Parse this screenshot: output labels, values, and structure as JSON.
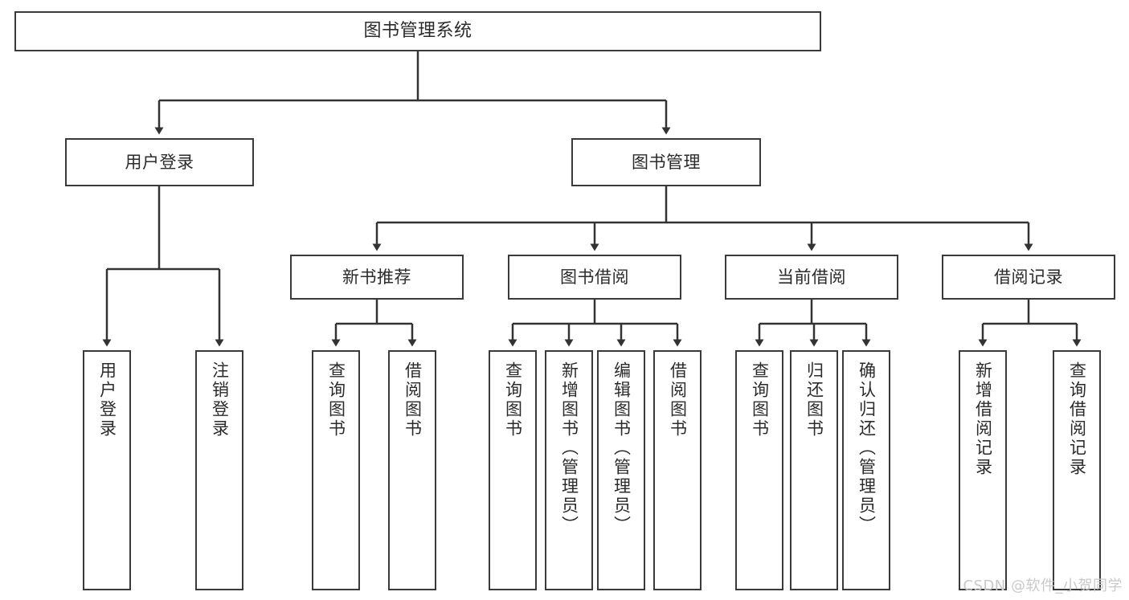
{
  "diagram": {
    "title": "图书管理系统",
    "type": "tree-hierarchy",
    "watermark": "CSDN @软件_小贺同学",
    "colors": {
      "box_border": "#3a3a3a",
      "box_fill": "#ffffff",
      "connector": "#333333",
      "text": "#2b2b2b",
      "watermark": "#c9c9c9",
      "background": "#ffffff"
    },
    "root": {
      "label": "图书管理系统"
    },
    "level1": [
      {
        "label": "用户登录"
      },
      {
        "label": "图书管理"
      }
    ],
    "level2": [
      {
        "label": "新书推荐"
      },
      {
        "label": "图书借阅"
      },
      {
        "label": "当前借阅"
      },
      {
        "label": "借阅记录"
      }
    ],
    "leaves": {
      "user_login": [
        {
          "label": "用户登录"
        },
        {
          "label": "注销登录"
        }
      ],
      "new_book_recommend": [
        {
          "label": "查询图书"
        },
        {
          "label": "借阅图书"
        }
      ],
      "book_borrow": [
        {
          "label": "查询图书"
        },
        {
          "label": "新增图书（管理员）"
        },
        {
          "label": "编辑图书（管理员）"
        },
        {
          "label": "借阅图书"
        }
      ],
      "current_borrow": [
        {
          "label": "查询图书"
        },
        {
          "label": "归还图书"
        },
        {
          "label": "确认归还（管理员）"
        }
      ],
      "borrow_record": [
        {
          "label": "新增借阅记录"
        },
        {
          "label": "查询借阅记录"
        }
      ]
    }
  }
}
